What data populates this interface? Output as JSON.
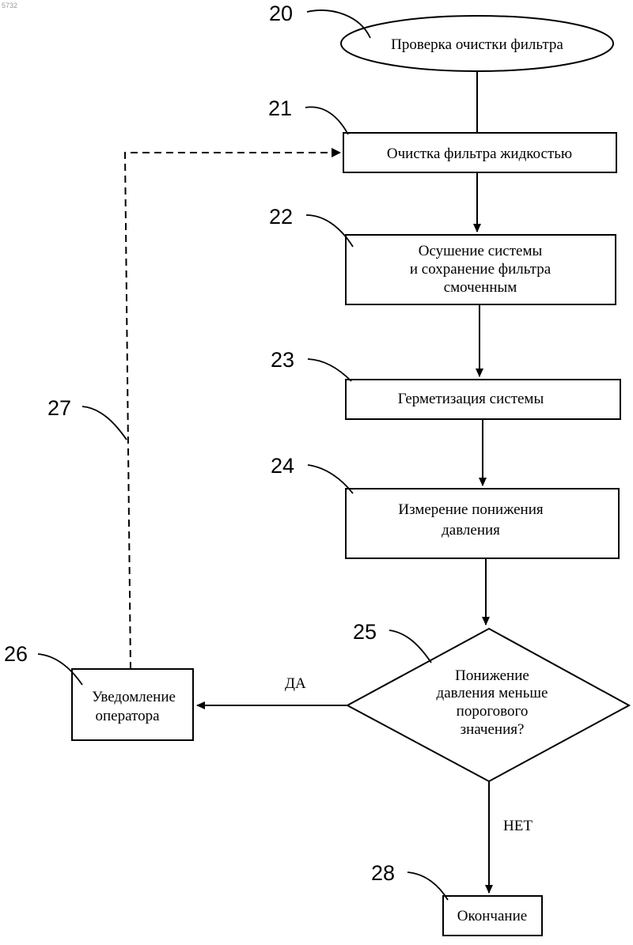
{
  "watermark": "5732",
  "nodes": {
    "start": {
      "label": "Проверка очистки фильтра",
      "ref": "20"
    },
    "clean": {
      "label": "Очистка фильтра жидкостью",
      "ref": "21"
    },
    "dry": {
      "lines": [
        "Осушение системы",
        "и сохранение фильтра",
        "смоченным"
      ],
      "ref": "22"
    },
    "seal": {
      "label": "Герметизация системы",
      "ref": "23"
    },
    "measure": {
      "lines": [
        "Измерение понижения",
        "давления"
      ],
      "ref": "24"
    },
    "decision": {
      "lines": [
        "Понижение",
        "давления меньше",
        "порогового",
        "значения?"
      ],
      "ref": "25"
    },
    "notify": {
      "lines": [
        "Уведомление",
        "оператора"
      ],
      "ref": "26"
    },
    "end": {
      "label": "Окончание",
      "ref": "28"
    }
  },
  "edges": {
    "yes_label": "ДА",
    "no_label": "НЕТ",
    "feedback_ref": "27"
  }
}
